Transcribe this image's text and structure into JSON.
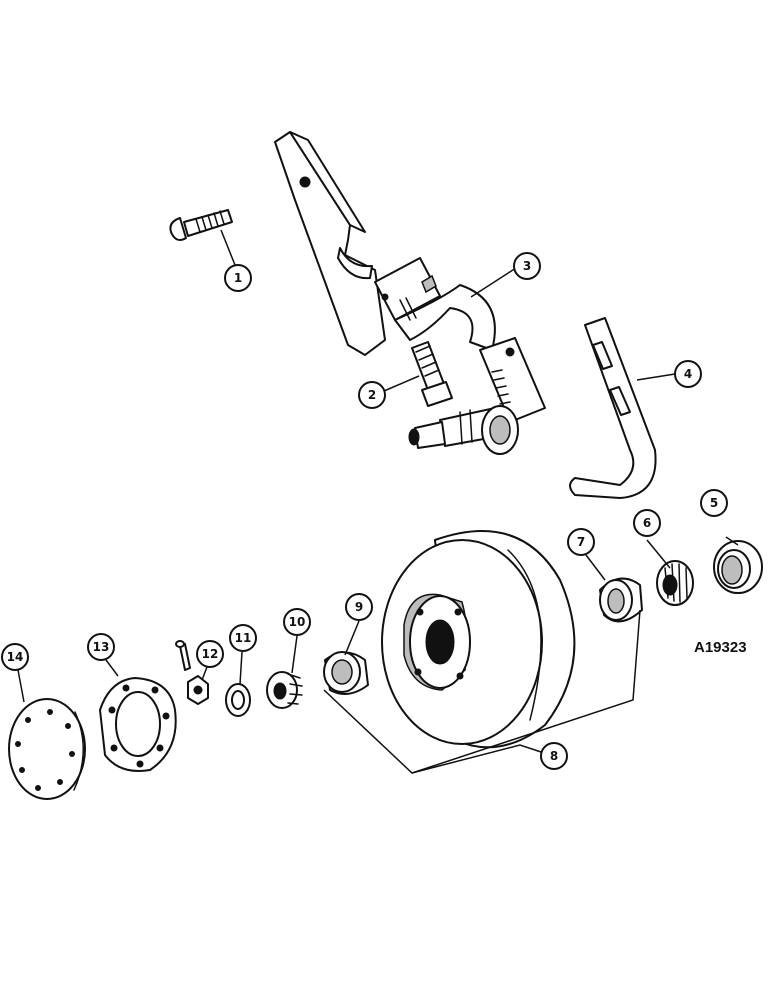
{
  "drawing_ref": "A19323",
  "callouts": [
    "1",
    "2",
    "3",
    "4",
    "5",
    "6",
    "7",
    "8",
    "9",
    "10",
    "11",
    "12",
    "13",
    "14"
  ],
  "colors": {
    "ink": "#111111",
    "paper": "#ffffff",
    "shade": "#bdbdbd"
  }
}
